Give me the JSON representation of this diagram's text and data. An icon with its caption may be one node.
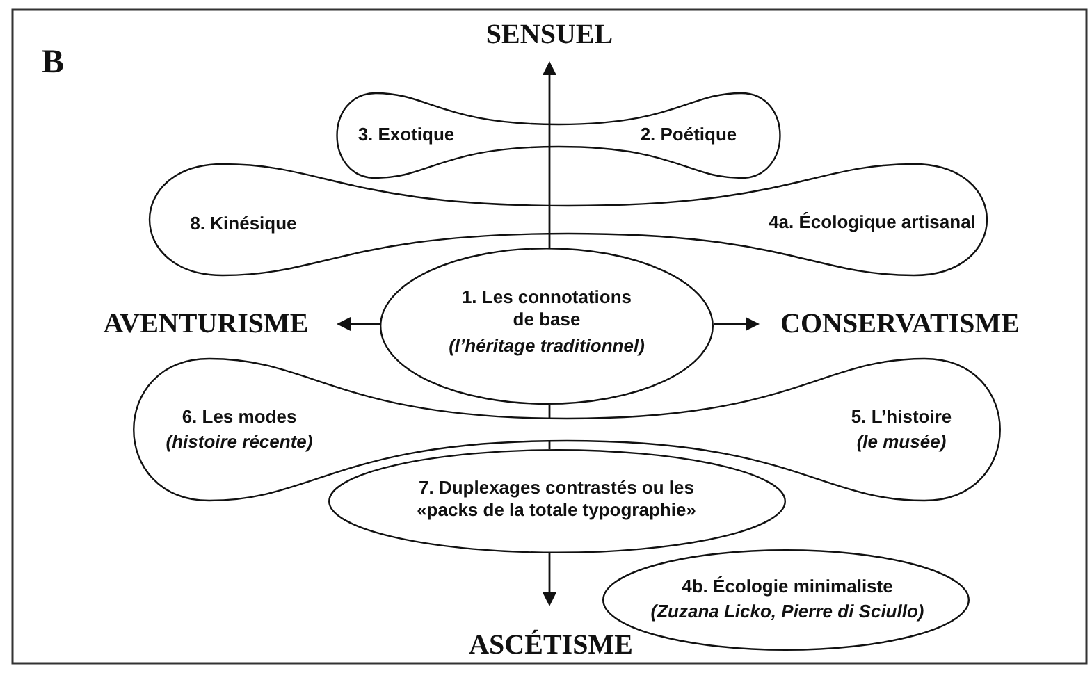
{
  "diagram": {
    "nodes": [
      {
        "text": [
          "3. Exotique",
          "2. Poétique"
        ]
      },
      {
        "text": [
          "8. Kinésique",
          "4a. Écologique artisanal"
        ]
      },
      {
        "text": [
          "1. Les connotations de base",
          "(l’héritage traditionnel)"
        ]
      },
      {
        "text": [
          "6. Les modes",
          "(histoire récente)",
          "5. L’histoire",
          "(le musée)"
        ]
      },
      {
        "text": [
          "7. Duplexages contrastés ou les «packs de la totale typographie»"
        ]
      },
      {
        "text": [
          "4b. Écologie minimaliste",
          "(Zuzana Licko, Pierre di Sciullo)"
        ]
      }
    ],
    "edges": [
      {
        "from": 2,
        "to": 3,
        "arrow": "none"
      },
      {
        "from": 3,
        "to": 4,
        "arrow": "none"
      }
    ],
    "labels": [
      "B",
      "SENSUEL",
      "AVENTURISME",
      "CONSERVATISME",
      "ASCÉTISME"
    ]
  }
}
